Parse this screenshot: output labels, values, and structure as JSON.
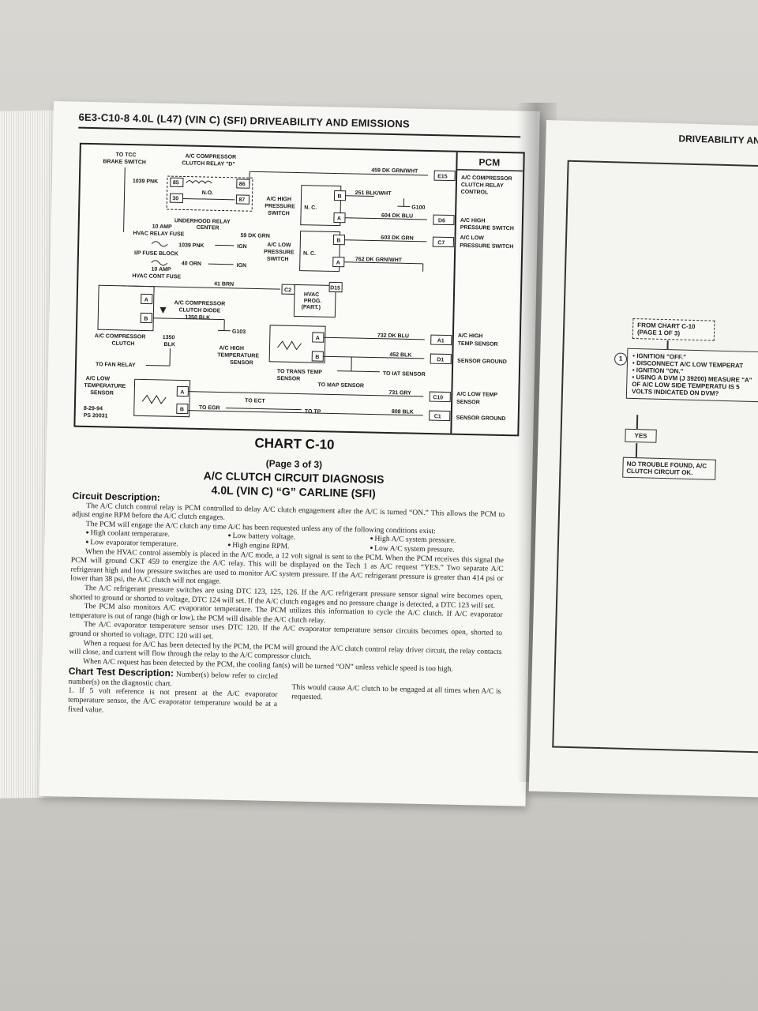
{
  "left_page": {
    "header": "6E3-C10-8  4.0L  (L47)  (VIN C)  (SFI)  DRIVEABILITY AND EMISSIONS",
    "diagram": {
      "pcm_label": "PCM",
      "labels": {
        "to_tcc": "TO TCC",
        "brake_switch": "BRAKE SWITCH",
        "ac_comp_relay_1": "A/C COMPRESSOR",
        "ac_comp_relay_2": "CLUTCH RELAY \"D\"",
        "w1039": "1039 PNK",
        "p85": "85",
        "p86": "86",
        "p30": "30",
        "p87": "87",
        "no": "N.O.",
        "underhood_1": "UNDERHOOD RELAY",
        "underhood_2": "CENTER",
        "fuse10a_1": "10 AMP",
        "hvac_relay_fuse": "HVAC RELAY FUSE",
        "w59": "59 DK GRN",
        "w1039b": "1039 PNK",
        "ign1": "IGN",
        "ip_fuse": "I/P FUSE BLOCK",
        "w40": "40 ORN",
        "ign2": "IGN",
        "fuse10a_2": "10 AMP",
        "hvac_cont_fuse": "HVAC CONT FUSE",
        "w41": "41 BRN",
        "c2": "C2",
        "d15": "D15",
        "hvac_prog": "HVAC",
        "hvac_prog2": "PROG.",
        "hvac_prog3": "(PART.)",
        "w459": "459 DK GRN/WHT",
        "e15": "E15",
        "e15_desc1": "A/C COMPRESSOR",
        "e15_desc2": "CLUTCH RELAY",
        "e15_desc3": "CONTROL",
        "w251": "251 BLK/WHT",
        "g100": "G100",
        "hi_sw1": "A/C HIGH",
        "hi_sw2": "PRESSURE",
        "hi_sw3": "SWITCH",
        "nc1": "N. C.",
        "w604": "604 DK BLU",
        "d6": "D6",
        "d6_desc1": "A/C HIGH",
        "d6_desc2": "PRESSURE SWITCH",
        "w603": "603 DK GRN",
        "c7": "C7",
        "c7_desc1": "A/C LOW",
        "c7_desc2": "PRESSURE SWITCH",
        "lo_sw1": "A/C LOW",
        "lo_sw2": "PRESSURE",
        "lo_sw3": "SWITCH",
        "nc2": "N. C.",
        "w762": "762 DK GRN/WHT",
        "pa": "A",
        "pb": "B",
        "diode1": "A/C COMPRESSOR",
        "diode2": "CLUTCH DIODE",
        "w1350": "1350 BLK",
        "g103": "G103",
        "clutch1": "A/C COMPRESSOR",
        "clutch2": "CLUTCH",
        "w1350b": "1350",
        "w1350c": "BLK",
        "hi_temp1": "A/C HIGH",
        "hi_temp2": "TEMPERATURE",
        "hi_temp3": "SENSOR",
        "w732": "732 DK BLU",
        "a1": "A1",
        "a1_desc1": "A/C HIGH",
        "a1_desc2": "TEMP SENSOR",
        "w452": "452 BLK",
        "d1": "D1",
        "d1_desc": "SENSOR GROUND",
        "to_fan": "TO FAN RELAY",
        "to_trans1": "TO TRANS TEMP",
        "to_trans2": "SENSOR",
        "to_iat": "TO IAT SENSOR",
        "to_map": "TO MAP SENSOR",
        "lo_temp1": "A/C LOW",
        "lo_temp2": "TEMPERATURE",
        "lo_temp3": "SENSOR",
        "w731": "731 GRY",
        "c10": "C10",
        "c10_desc1": "A/C LOW TEMP",
        "c10_desc2": "SENSOR",
        "to_ect": "TO ECT",
        "to_egr": "TO EGR",
        "to_tp": "TO TP",
        "w808": "808 BLK",
        "c1": "C1",
        "c1_desc": "SENSOR GROUND",
        "date": "8-29-94",
        "ps": "PS 20031"
      }
    },
    "chart_title": "CHART C-10",
    "chart_page": "(Page 3 of 3)",
    "chart_sub1": "A/C CLUTCH CIRCUIT DIAGNOSIS",
    "chart_sub2": "4.0L (VIN C) “G” CARLINE (SFI)",
    "circuit_heading": "Circuit Description:",
    "p1": "The A/C clutch control relay is PCM controlled to delay A/C clutch engagement after the A/C is turned “ON.” This allows the PCM to adjust engine RPM before the A/C clutch engages.",
    "p2": "The PCM will engage the A/C clutch any time A/C has been requested unless any of the following conditions exist:",
    "bullets_col1": [
      "High coolant temperature.",
      "Low evaporator temperature."
    ],
    "bullets_col2": [
      "Low battery voltage.",
      "High engine RPM."
    ],
    "bullets_col3": [
      "High A/C system pressure.",
      "Low A/C system pressure."
    ],
    "p3": "When the HVAC control assembly is placed in the A/C mode, a 12 volt signal is sent to the PCM. When the PCM receives this signal the PCM will ground CKT 459 to energize the A/C relay. This will be displayed on the Tech 1 as A/C request “YES.” Two separate A/C refrigerant high and low pressure switches are used to monitor A/C system pressure. If the A/C refrigerant pressure is greater than 414 psi or lower than 38 psi, the A/C clutch will not engage.",
    "p4": "The A/C refrigerant pressure switches are using DTC 123, 125, 126. If the A/C refrigerant pressure sensor signal wire becomes open, shorted to ground or shorted to voltage, DTC 124 will set. If the A/C clutch engages and no pressure change is detected, a DTC 123 will set.",
    "p5": "The PCM also monitors A/C evaporator temperature. The PCM utilizes this information to cycle the A/C clutch. If A/C evaporator temperature is out of range (high or low), the PCM will disable the A/C clutch relay.",
    "p6": "The A/C evaporator temperature sensor uses DTC 120. If the A/C evaporator temperature sensor circuits becomes open, shorted to ground or shorted to voltage, DTC 120 will set.",
    "p7": "When a request for A/C has been detected by the PCM, the PCM will ground the A/C clutch control relay driver circuit, the relay contacts will close, and current will flow through the relay to the A/C compressor clutch.",
    "p8": "When A/C request has been detected by the PCM, the cooling fan(s) will be turned “ON” unless vehicle speed is too high.",
    "test_heading": "Chart Test Description:",
    "test_intro": "Number(s) below refer to circled number(s) on the diagnostic chart.",
    "test_1": "1.  If 5 volt reference is not present at the A/C evaporator temperature sensor, the A/C evaporator temperature would be at a fixed value.",
    "test_right": "This would cause A/C clutch to be engaged at all times when A/C is requested."
  },
  "right_page": {
    "header": "DRIVEABILITY AN",
    "from_chart": "FROM CHART C-10",
    "from_chart2": "(PAGE 1 OF 3)",
    "step_num": "1",
    "steps": [
      "IGNITION \"OFF.\"",
      "DISCONNECT A/C LOW TEMPERAT",
      "IGNITION \"ON.\"",
      "USING A DVM (J 39200) MEASURE \"A\" OF A/C LOW SIDE TEMPERATU IS 5 VOLTS INDICATED ON DVM?"
    ],
    "yes": "YES",
    "result": "NO TROUBLE FOUND, A/C CLUTCH CIRCUIT OK."
  }
}
